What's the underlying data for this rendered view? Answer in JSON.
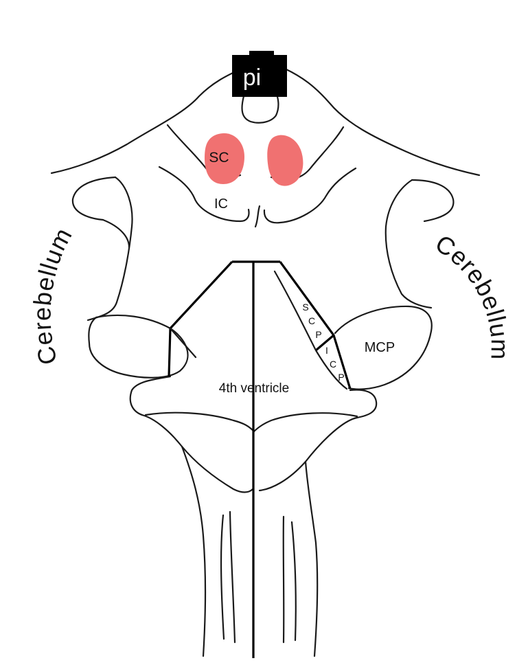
{
  "labels": {
    "pineal": "pi",
    "superior_colliculus": "SC",
    "inferior_colliculus": "IC",
    "cerebellum_left": "Cerebellum",
    "cerebellum_right": "Cerebellum",
    "fourth_ventricle": "4th ventricle",
    "middle_cerebellar_peduncle": "MCP",
    "scp_letters": [
      "S",
      "C",
      "P"
    ],
    "icp_letters": [
      "I",
      "C",
      "P"
    ]
  },
  "colors": {
    "colliculus_highlight": "#f07171",
    "pineal_box": "#000000",
    "pineal_text": "#ffffff",
    "lines": "#1a1a1a"
  }
}
